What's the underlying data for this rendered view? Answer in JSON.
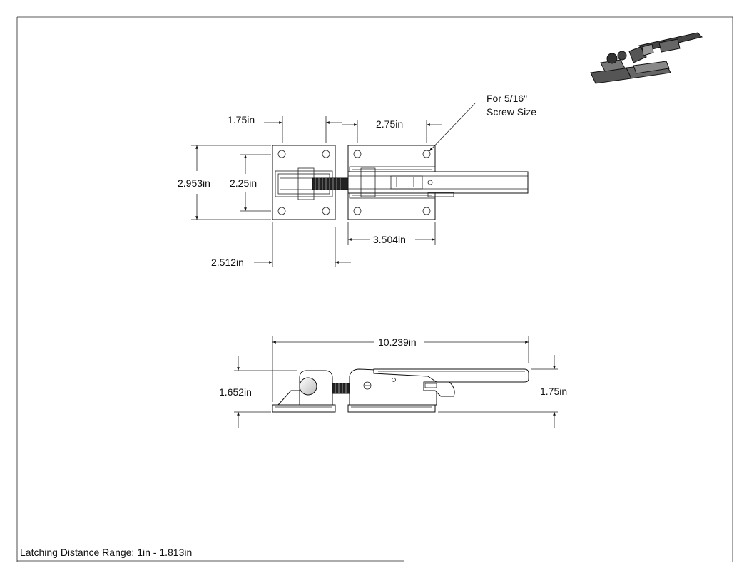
{
  "dimensions": {
    "top_width_left": "1.75in",
    "top_width_right": "2.75in",
    "note_line1": "For 5/16\"",
    "note_line2": "Screw Size",
    "height_outer": "2.953in",
    "height_inner": "2.25in",
    "bottom_left": "2.512in",
    "bottom_right": "3.504in",
    "overall_length": "10.239in",
    "side_left_height": "1.652in",
    "side_right_height": "1.75in"
  },
  "footer": {
    "latching_range": "Latching Distance Range: 1in - 1.813in"
  }
}
